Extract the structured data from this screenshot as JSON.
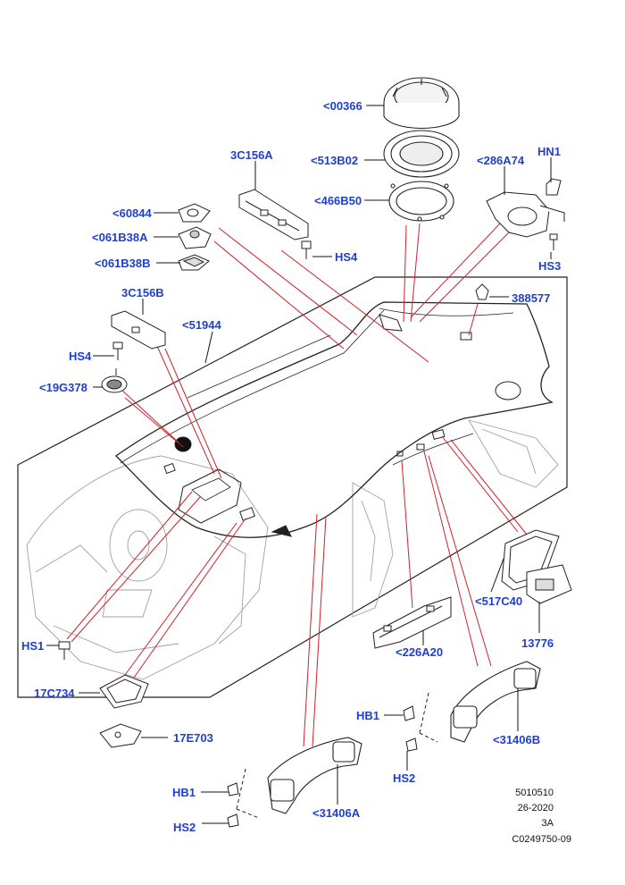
{
  "diagram": {
    "labels": {
      "l00366": "<00366",
      "l513B02": "<513B02",
      "l466B50": "<466B50",
      "l3C156A": "3C156A",
      "l286A74": "<286A74",
      "lHN1": "HN1",
      "lHS3": "HS3",
      "l60844": "<60844",
      "l061B38A": "<061B38A",
      "l061B38B": "<061B38B",
      "lHS4a": "HS4",
      "l388577": "388577",
      "l3C156B": "3C156B",
      "l51944": "<51944",
      "lHS4b": "HS4",
      "l19G378": "<19G378",
      "l517C40": "<517C40",
      "l13776": "13776",
      "l226A20": "<226A20",
      "lHS1": "HS1",
      "l17C734": "17C734",
      "l17E703": "17E703",
      "lHB1a": "HB1",
      "lHS2a": "HS2",
      "l31406B": "<31406B",
      "lHB1b": "HB1",
      "lHS2b": "HS2",
      "l31406A": "<31406A"
    },
    "reference": {
      "code": "5010510",
      "date": "26-2020",
      "rev": "3A",
      "drawing": "C0249750-09"
    },
    "colors": {
      "label": "#1f3fd0",
      "leader": "#d21f2a",
      "outline": "#222222",
      "ghost": "#9a9a9a"
    }
  }
}
